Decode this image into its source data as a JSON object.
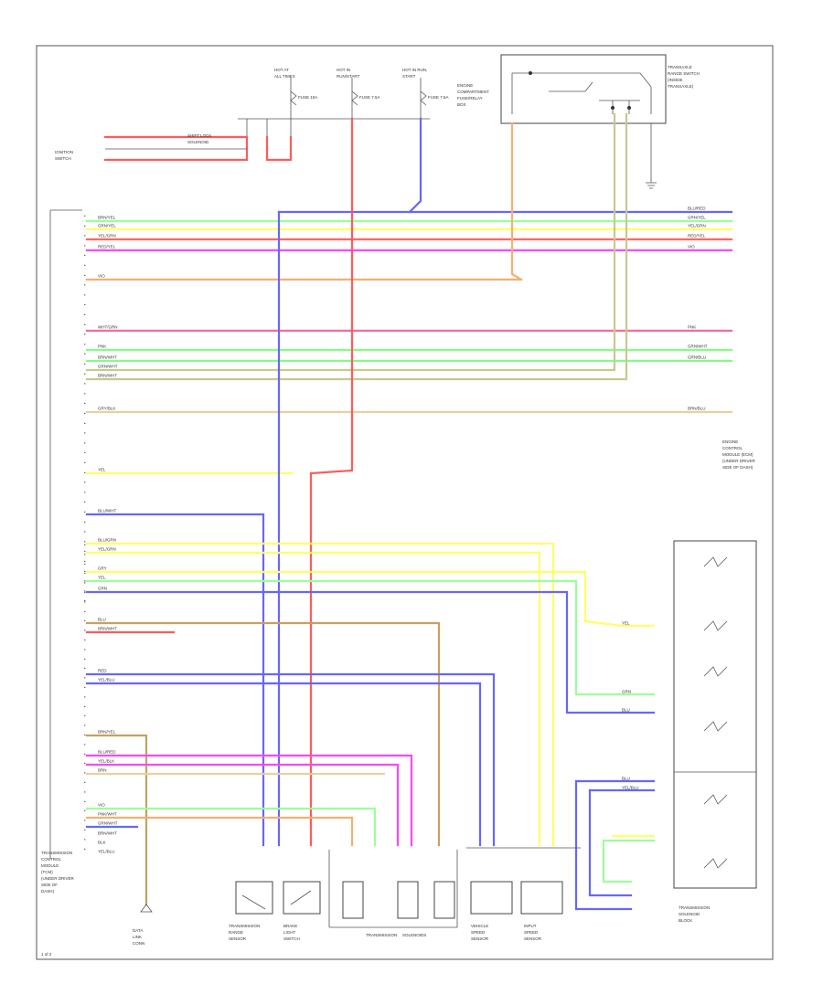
{
  "diagram": {
    "page_id": "1 of 2",
    "tcm_label": [
      "TRANSMISSION",
      "CONTROL",
      "MODULE",
      "(TCM)",
      "(UNDER DRIVER",
      "SIDE OF",
      "DASH)"
    ],
    "fuse_block_label": [
      "ENGINE",
      "COMPARTMENT",
      "FUSE/RELAY",
      "BOX"
    ],
    "ignition_label": [
      "IGNITION",
      "SWITCH"
    ],
    "top_components": [
      {
        "lines": [
          "HOT AT",
          "ALL TIMES"
        ]
      },
      {
        "lines": [
          "HOT IN",
          "RUN/START"
        ]
      },
      {
        "lines": [
          "HOT IN RUN,",
          "START"
        ]
      }
    ],
    "fuse_labels": [
      "FUSE 10A",
      "FUSE 7.5A",
      "FUSE 7.5A"
    ],
    "relay_label": [
      "TRANSAXLE",
      "RANGE SWITCH",
      "(INSIDE",
      "TRANSAXLE)"
    ],
    "right_connector_label": [
      "ENGINE",
      "CONTROL",
      "MODULE (ECM)",
      "(UNDER DRIVER",
      "SIDE OF DASH)"
    ],
    "bottom_components": [
      {
        "lines": [
          "DATA",
          "LINK",
          "CONN"
        ]
      },
      {
        "lines": [
          "TRANSMISSION",
          "RANGE",
          "SENSOR"
        ]
      },
      {
        "lines": [
          "BRAKE",
          "LIGHT",
          "SWITCH"
        ]
      },
      {
        "lines": [
          "TRANSMISSION",
          "SOLENOIDS"
        ]
      },
      {
        "lines": [
          "VEHICLE",
          "SPEED",
          "SENSOR"
        ]
      },
      {
        "lines": [
          "INPUT",
          "SPEED",
          "SENSOR"
        ]
      }
    ],
    "shift_solenoid_label": [
      "TRANSMISSION",
      "SOLENOID",
      "BLOCK"
    ],
    "shift_lock_label": [
      "SHIFT LOCK",
      "SOLENOID"
    ],
    "left_wire_labels": [
      "BRN/YEL",
      "GRN/YEL",
      "YEL/GRN",
      "RED/YEL",
      "VIO",
      "WHT/GRN",
      "PNK",
      "BRN/WHT",
      "GRN/WHT",
      "BRN/WHT",
      "GRY/BLK",
      "YEL",
      "BLU/WHT",
      "BLU/GRN",
      "YEL/GRN",
      "GRY",
      "YEL",
      "GRN",
      "BLU",
      "BRN/WHT",
      "RED",
      "YEL/BLU",
      "BRN/YEL",
      "BLU/RED",
      "YEL/BLK",
      "BRN",
      "VIO",
      "PNK/WHT",
      "GRN/WHT",
      "BRN/WHT",
      "BLK",
      "YEL/BLU"
    ],
    "right_wire_labels": [
      "BLU/RED",
      "GRN/YEL",
      "YEL/GRN",
      "RED/YEL",
      "VIO",
      "PNK",
      "GRN/WHT",
      "GRN/BLU",
      "BRN/BLU",
      "YEL",
      "GRN",
      "BLU",
      "BLU",
      "YEL/BLU"
    ],
    "colors": {
      "green": "#9aff9a",
      "yellow": "#ffff66",
      "red": "#ff5a5a",
      "magenta": "#ff44ff",
      "orange": "#f4b070",
      "blue": "#6666ff",
      "tan": "#c8a060",
      "olive": "#c8c890",
      "pale_green": "#80ff80",
      "pink": "#ff6699"
    }
  }
}
